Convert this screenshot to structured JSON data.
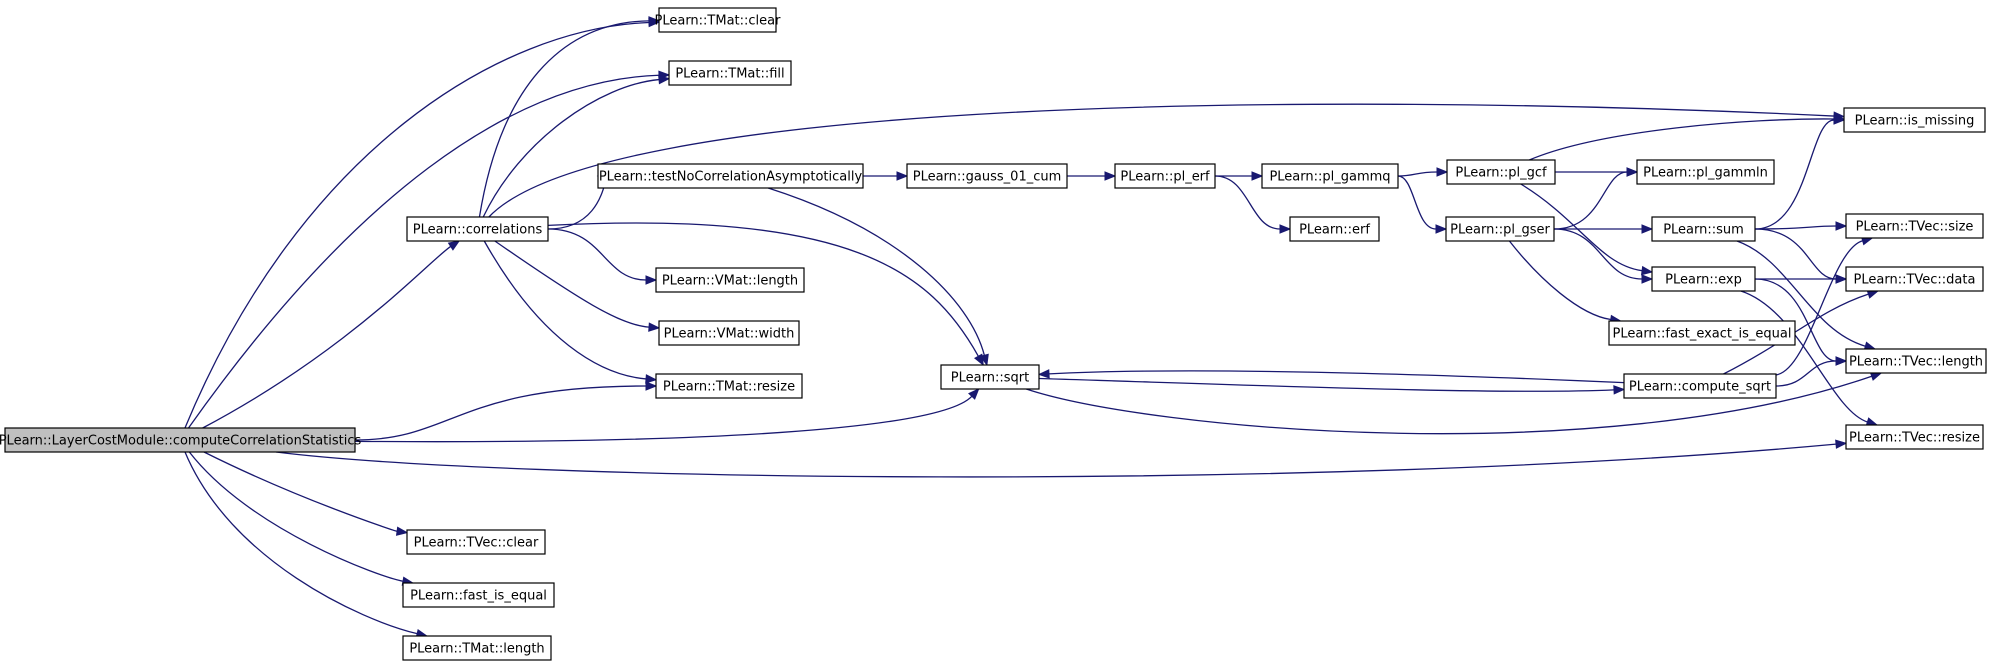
{
  "colors": {
    "edge": "#191970",
    "node_fill": "#ffffff",
    "root_fill": "#bfbfbf",
    "node_border": "#000000",
    "background": "#ffffff"
  },
  "graph": {
    "nodes": [
      {
        "id": "root",
        "label": "PLearn::LayerCostModule::computeCorrelationStatistics",
        "root": true
      },
      {
        "id": "tmat_clear",
        "label": "PLearn::TMat::clear"
      },
      {
        "id": "tmat_fill",
        "label": "PLearn::TMat::fill"
      },
      {
        "id": "correlations",
        "label": "PLearn::correlations"
      },
      {
        "id": "vmat_length",
        "label": "PLearn::VMat::length"
      },
      {
        "id": "vmat_width",
        "label": "PLearn::VMat::width"
      },
      {
        "id": "tmat_resize",
        "label": "PLearn::TMat::resize"
      },
      {
        "id": "tvec_clear",
        "label": "PLearn::TVec::clear"
      },
      {
        "id": "fast_is_equal",
        "label": "PLearn::fast_is_equal"
      },
      {
        "id": "tmat_length",
        "label": "PLearn::TMat::length"
      },
      {
        "id": "test_nca",
        "label": "PLearn::testNoCorrelationAsymptotically"
      },
      {
        "id": "gauss",
        "label": "PLearn::gauss_01_cum"
      },
      {
        "id": "pl_erf",
        "label": "PLearn::pl_erf"
      },
      {
        "id": "pl_gammq",
        "label": "PLearn::pl_gammq"
      },
      {
        "id": "erf",
        "label": "PLearn::erf"
      },
      {
        "id": "pl_gcf",
        "label": "PLearn::pl_gcf"
      },
      {
        "id": "pl_gser",
        "label": "PLearn::pl_gser"
      },
      {
        "id": "pl_gammln",
        "label": "PLearn::pl_gammln"
      },
      {
        "id": "sum",
        "label": "PLearn::sum"
      },
      {
        "id": "exp",
        "label": "PLearn::exp"
      },
      {
        "id": "fast_exact",
        "label": "PLearn::fast_exact_is_equal"
      },
      {
        "id": "sqrt",
        "label": "PLearn::sqrt"
      },
      {
        "id": "compute_sqrt",
        "label": "PLearn::compute_sqrt"
      },
      {
        "id": "is_missing",
        "label": "PLearn::is_missing"
      },
      {
        "id": "tvec_size",
        "label": "PLearn::TVec::size"
      },
      {
        "id": "tvec_data",
        "label": "PLearn::TVec::data"
      },
      {
        "id": "tvec_length",
        "label": "PLearn::TVec::length"
      },
      {
        "id": "tvec_resize",
        "label": "PLearn::TVec::resize"
      }
    ],
    "edges": [
      [
        "root",
        "tmat_clear"
      ],
      [
        "root",
        "tmat_fill"
      ],
      [
        "root",
        "correlations"
      ],
      [
        "root",
        "tmat_resize"
      ],
      [
        "root",
        "sqrt"
      ],
      [
        "root",
        "tvec_resize"
      ],
      [
        "root",
        "tvec_clear"
      ],
      [
        "root",
        "fast_is_equal"
      ],
      [
        "root",
        "tmat_length"
      ],
      [
        "correlations",
        "tmat_clear"
      ],
      [
        "correlations",
        "tmat_fill"
      ],
      [
        "correlations",
        "is_missing"
      ],
      [
        "correlations",
        "test_nca"
      ],
      [
        "correlations",
        "sqrt"
      ],
      [
        "correlations",
        "vmat_length"
      ],
      [
        "correlations",
        "vmat_width"
      ],
      [
        "correlations",
        "tmat_resize"
      ],
      [
        "test_nca",
        "gauss"
      ],
      [
        "test_nca",
        "sqrt"
      ],
      [
        "gauss",
        "pl_erf"
      ],
      [
        "pl_erf",
        "pl_gammq"
      ],
      [
        "pl_erf",
        "erf"
      ],
      [
        "pl_gammq",
        "pl_gcf"
      ],
      [
        "pl_gammq",
        "pl_gser"
      ],
      [
        "pl_gcf",
        "is_missing"
      ],
      [
        "pl_gcf",
        "pl_gammln"
      ],
      [
        "pl_gcf",
        "exp"
      ],
      [
        "pl_gser",
        "pl_gammln"
      ],
      [
        "pl_gser",
        "sum"
      ],
      [
        "pl_gser",
        "exp"
      ],
      [
        "pl_gser",
        "fast_exact"
      ],
      [
        "sum",
        "is_missing"
      ],
      [
        "sum",
        "tvec_size"
      ],
      [
        "sum",
        "tvec_data"
      ],
      [
        "sum",
        "tvec_length"
      ],
      [
        "exp",
        "tvec_data"
      ],
      [
        "exp",
        "tvec_length"
      ],
      [
        "exp",
        "tvec_resize"
      ],
      [
        "sqrt",
        "compute_sqrt"
      ],
      [
        "sqrt",
        "tvec_length"
      ],
      [
        "compute_sqrt",
        "sqrt"
      ],
      [
        "compute_sqrt",
        "tvec_size"
      ],
      [
        "compute_sqrt",
        "tvec_data"
      ],
      [
        "compute_sqrt",
        "tvec_length"
      ]
    ]
  }
}
